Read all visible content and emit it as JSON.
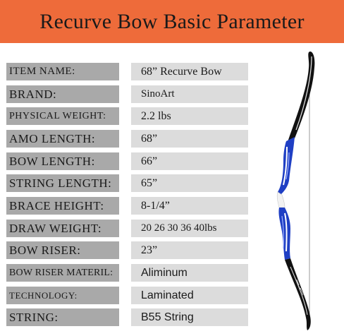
{
  "banner": {
    "title": "Recurve Bow Basic Parameter"
  },
  "specs": [
    {
      "label": "ITEM NAME:",
      "value": "68” Recurve Bow"
    },
    {
      "label": "BRAND:",
      "value": "SinoArt"
    },
    {
      "label": "PHYSICAL WEIGHT:",
      "value": "2.2 lbs"
    },
    {
      "label": "AMO LENGTH:",
      "value": "68”"
    },
    {
      "label": "BOW LENGTH:",
      "value": "66”"
    },
    {
      "label": "STRING LENGTH:",
      "value": "65”"
    },
    {
      "label": "BRACE HEIGHT:",
      "value": "8-1/4”"
    },
    {
      "label": "DRAW WEIGHT:",
      "value": "20 26 30 36 40lbs"
    },
    {
      "label": "BOW RISER:",
      "value": "23”"
    },
    {
      "label": "BOW RISER MATERIL:",
      "value": "Aliminum"
    },
    {
      "label": "TECHNOLOGY:",
      "value": "Laminated"
    },
    {
      "label": "STRING:",
      "value": "B55 String"
    }
  ],
  "colors": {
    "banner": "#ee6b3a",
    "label_bg": "#a9a9a9",
    "value_bg": "#dcdcdc",
    "riser": "#1f3fc4",
    "limb": "#111111"
  }
}
